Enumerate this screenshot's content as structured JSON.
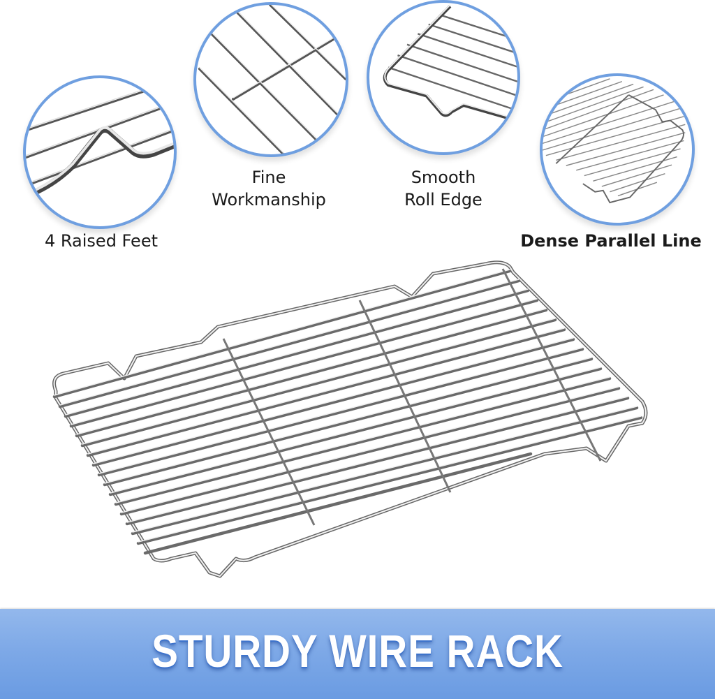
{
  "features": [
    {
      "label": "4 Raised Feet",
      "icon": "raised-foot-closeup",
      "bold": false
    },
    {
      "label": "Fine\nWorkmanship",
      "icon": "welded-grid-closeup",
      "bold": false
    },
    {
      "label": "Smooth\nRoll Edge",
      "icon": "roll-edge-closeup",
      "bold": false
    },
    {
      "label": "Dense Parallel Line",
      "icon": "dense-rack-closeup",
      "bold": true
    }
  ],
  "product": {
    "description": "stainless steel cooling wire rack",
    "parallel_wires": 17,
    "cross_supports": 3,
    "feet": 4
  },
  "banner": {
    "title": "STURDY WIRE RACK"
  },
  "colors": {
    "circle_border": "#6f9fe0",
    "banner_top": "#93b8ec",
    "banner_bottom": "#6a9be2",
    "text": "#1a1a1a",
    "banner_text": "#ffffff"
  }
}
